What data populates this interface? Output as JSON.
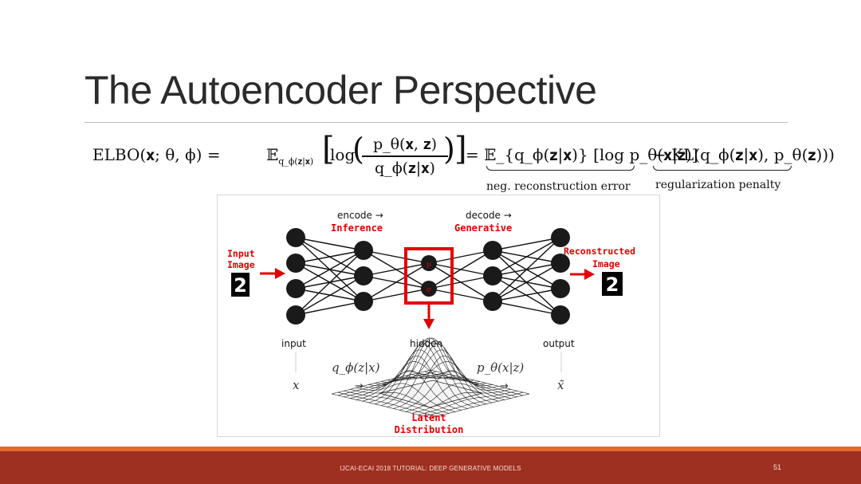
{
  "slide": {
    "title": "The Autoencoder Perspective",
    "equation": {
      "lhs": "ELBO(𝐱; θ, ϕ) =",
      "expectation": "𝔼",
      "expectation_sub": "q_ϕ(𝐳|𝐱)",
      "log": "log",
      "numerator": "p_θ(𝐱, 𝐳)",
      "denominator": "q_ϕ(𝐳|𝐱)",
      "rhs_reconstruction": "= 𝔼_{q_ϕ(𝐳|𝐱)} [log p_θ(𝐱|𝐳)]",
      "rhs_kl": "− KL(q_ϕ(𝐳|𝐱), p_θ(𝐳)))",
      "label_reconstruction": "neg. reconstruction error",
      "label_regularization": "regularization penalty"
    },
    "diagram": {
      "encode_label": "encode →",
      "inference_label": "Inference",
      "decode_label": "decode →",
      "generative_label": "Generative",
      "input_image_line1": "Input",
      "input_image_line2": "Image",
      "reconstructed_line1": "Reconstructed",
      "reconstructed_line2": "Image",
      "mu": "μ",
      "sigma": "σ",
      "input_layer": "input",
      "hidden_layer": "hidden",
      "output_layer": "output",
      "q_label": "q_ϕ(z|x)",
      "p_label": "p_θ(x|z)",
      "x_symbol": "x",
      "x_tilde": "x̃",
      "arrow_left": "→",
      "arrow_right": "→",
      "digit": "2",
      "latent_line1": "Latent",
      "latent_line2": "Distribution"
    },
    "footer": {
      "text": "IJCAI-ECAI 2018 TUTORIAL: DEEP GENERATIVE MODELS",
      "page": "51"
    },
    "colors": {
      "accent_red": "#e30000",
      "footer_band": "#9e3021",
      "footer_stripe": "#e46c28"
    }
  }
}
